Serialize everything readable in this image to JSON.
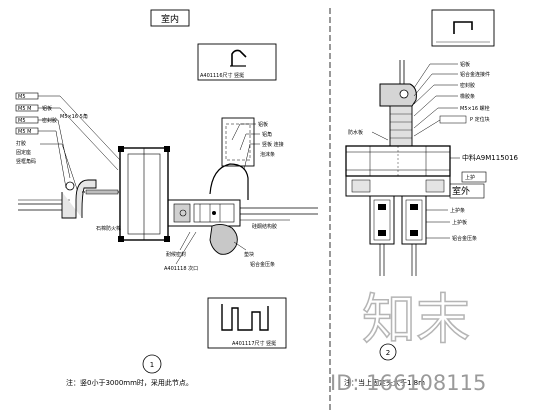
{
  "left": {
    "room_label": "室内",
    "profile_caption_top": "A401116尺寸 竖挺",
    "callouts_left": [
      "M5",
      "M5 M",
      "铝板",
      "M5",
      "M5 M",
      "密封胶",
      "打胶",
      "固定座",
      "竖框角码",
      "M5×16 5角"
    ],
    "callouts_right": [
      "铝板",
      "铝角",
      "竖板 连接",
      "泡沫条",
      "硅酮结构胶"
    ],
    "callouts_bottom": [
      "耐候密封",
      "A401118 次口",
      "垫块",
      "铝合金压条"
    ],
    "insulation_label": "石棉防火棉",
    "profile_caption_bottom": "A401117尺寸 竖挺",
    "detail_number": "1",
    "note": "注：竖0小于3000mm时，采用此节点。"
  },
  "right": {
    "callouts": [
      "铝板",
      "铝合金连接件",
      "密封胶",
      "橡胶条",
      "M5×16 螺栓",
      "P 定位块"
    ],
    "waterproof_label": "防水板",
    "mullion_label": "中料A9M115016",
    "label_box_top": "上护",
    "exterior_label": "室外",
    "callouts_lower": [
      "上护条",
      "上护板",
      "铝合金压条"
    ],
    "detail_number": "2",
    "note": "注：当上固定头大于1.8m"
  },
  "watermark": {
    "logo_text": "知末",
    "id_text": "ID: 166108115"
  }
}
